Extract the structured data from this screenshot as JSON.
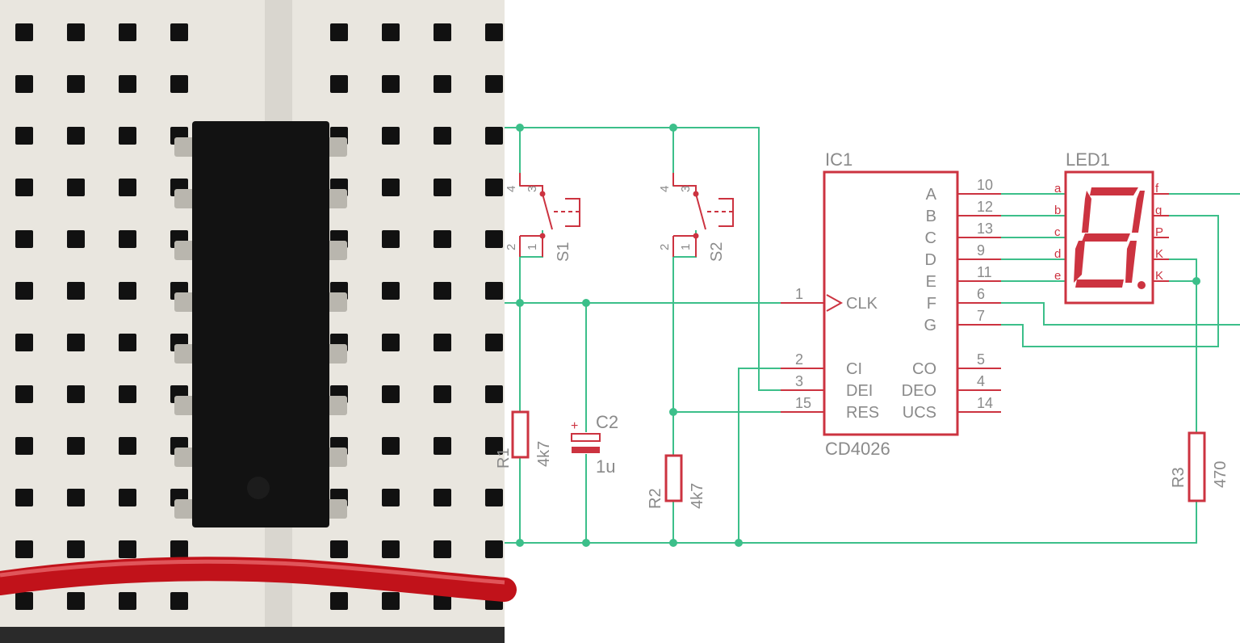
{
  "colors": {
    "wire": "#3cbf8a",
    "part": "#cc3340",
    "text": "#8a8a8a",
    "board": "#e9e6df",
    "hole": "#111111",
    "chip": "#121212",
    "pin": "#b9b6ae",
    "cable": "#c1121a"
  },
  "photo": {
    "image": "breadboard-photo",
    "chip_pins_per_side": 8
  },
  "schematic": {
    "ic1": {
      "ref": "IC1",
      "part": "CD4026",
      "pins_left": [
        {
          "num": "1",
          "name": "CLK"
        },
        {
          "num": "2",
          "name": "CI"
        },
        {
          "num": "3",
          "name": "DEI"
        },
        {
          "num": "15",
          "name": "RES"
        }
      ],
      "pins_right": [
        {
          "num": "10",
          "name": "A"
        },
        {
          "num": "12",
          "name": "B"
        },
        {
          "num": "13",
          "name": "C"
        },
        {
          "num": "9",
          "name": "D"
        },
        {
          "num": "11",
          "name": "E"
        },
        {
          "num": "6",
          "name": "F"
        },
        {
          "num": "7",
          "name": "G"
        },
        {
          "num": "5",
          "name": "CO"
        },
        {
          "num": "4",
          "name": "DEO"
        },
        {
          "num": "14",
          "name": "UCS"
        }
      ]
    },
    "led1": {
      "ref": "LED1",
      "pins_left": [
        "a",
        "b",
        "c",
        "d",
        "e"
      ],
      "pins_right": [
        "f",
        "g",
        "P",
        "K",
        "K"
      ]
    },
    "s1": {
      "ref": "S1",
      "pins": [
        "4",
        "3",
        "2",
        "1"
      ]
    },
    "s2": {
      "ref": "S2",
      "pins": [
        "4",
        "3",
        "2",
        "1"
      ]
    },
    "r1": {
      "ref": "R1",
      "value": "4k7"
    },
    "r2": {
      "ref": "R2",
      "value": "4k7"
    },
    "r3": {
      "ref": "R3",
      "value": "470"
    },
    "c2": {
      "ref": "C2",
      "value": "1u",
      "polarity": "+"
    }
  }
}
